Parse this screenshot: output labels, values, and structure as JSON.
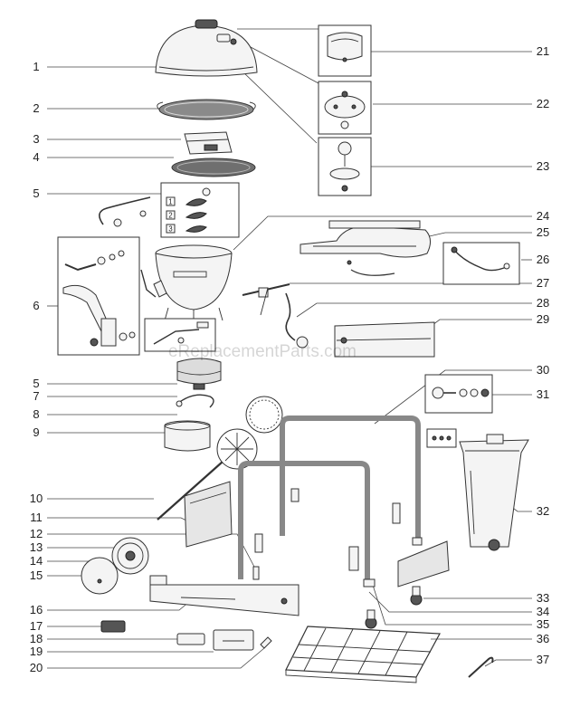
{
  "watermark": "eReplacementParts.com",
  "callouts_left": [
    "1",
    "2",
    "3",
    "4",
    "5",
    "6",
    "5",
    "7",
    "8",
    "9",
    "10",
    "11",
    "12",
    "13",
    "14",
    "15",
    "16",
    "17",
    "18",
    "19",
    "20"
  ],
  "callouts_right": [
    "21",
    "22",
    "23",
    "24",
    "25",
    "26",
    "27",
    "28",
    "29",
    "30",
    "31",
    "32",
    "33",
    "34",
    "35",
    "36",
    "37"
  ],
  "inset_labels": [
    "1",
    "2",
    "3"
  ]
}
